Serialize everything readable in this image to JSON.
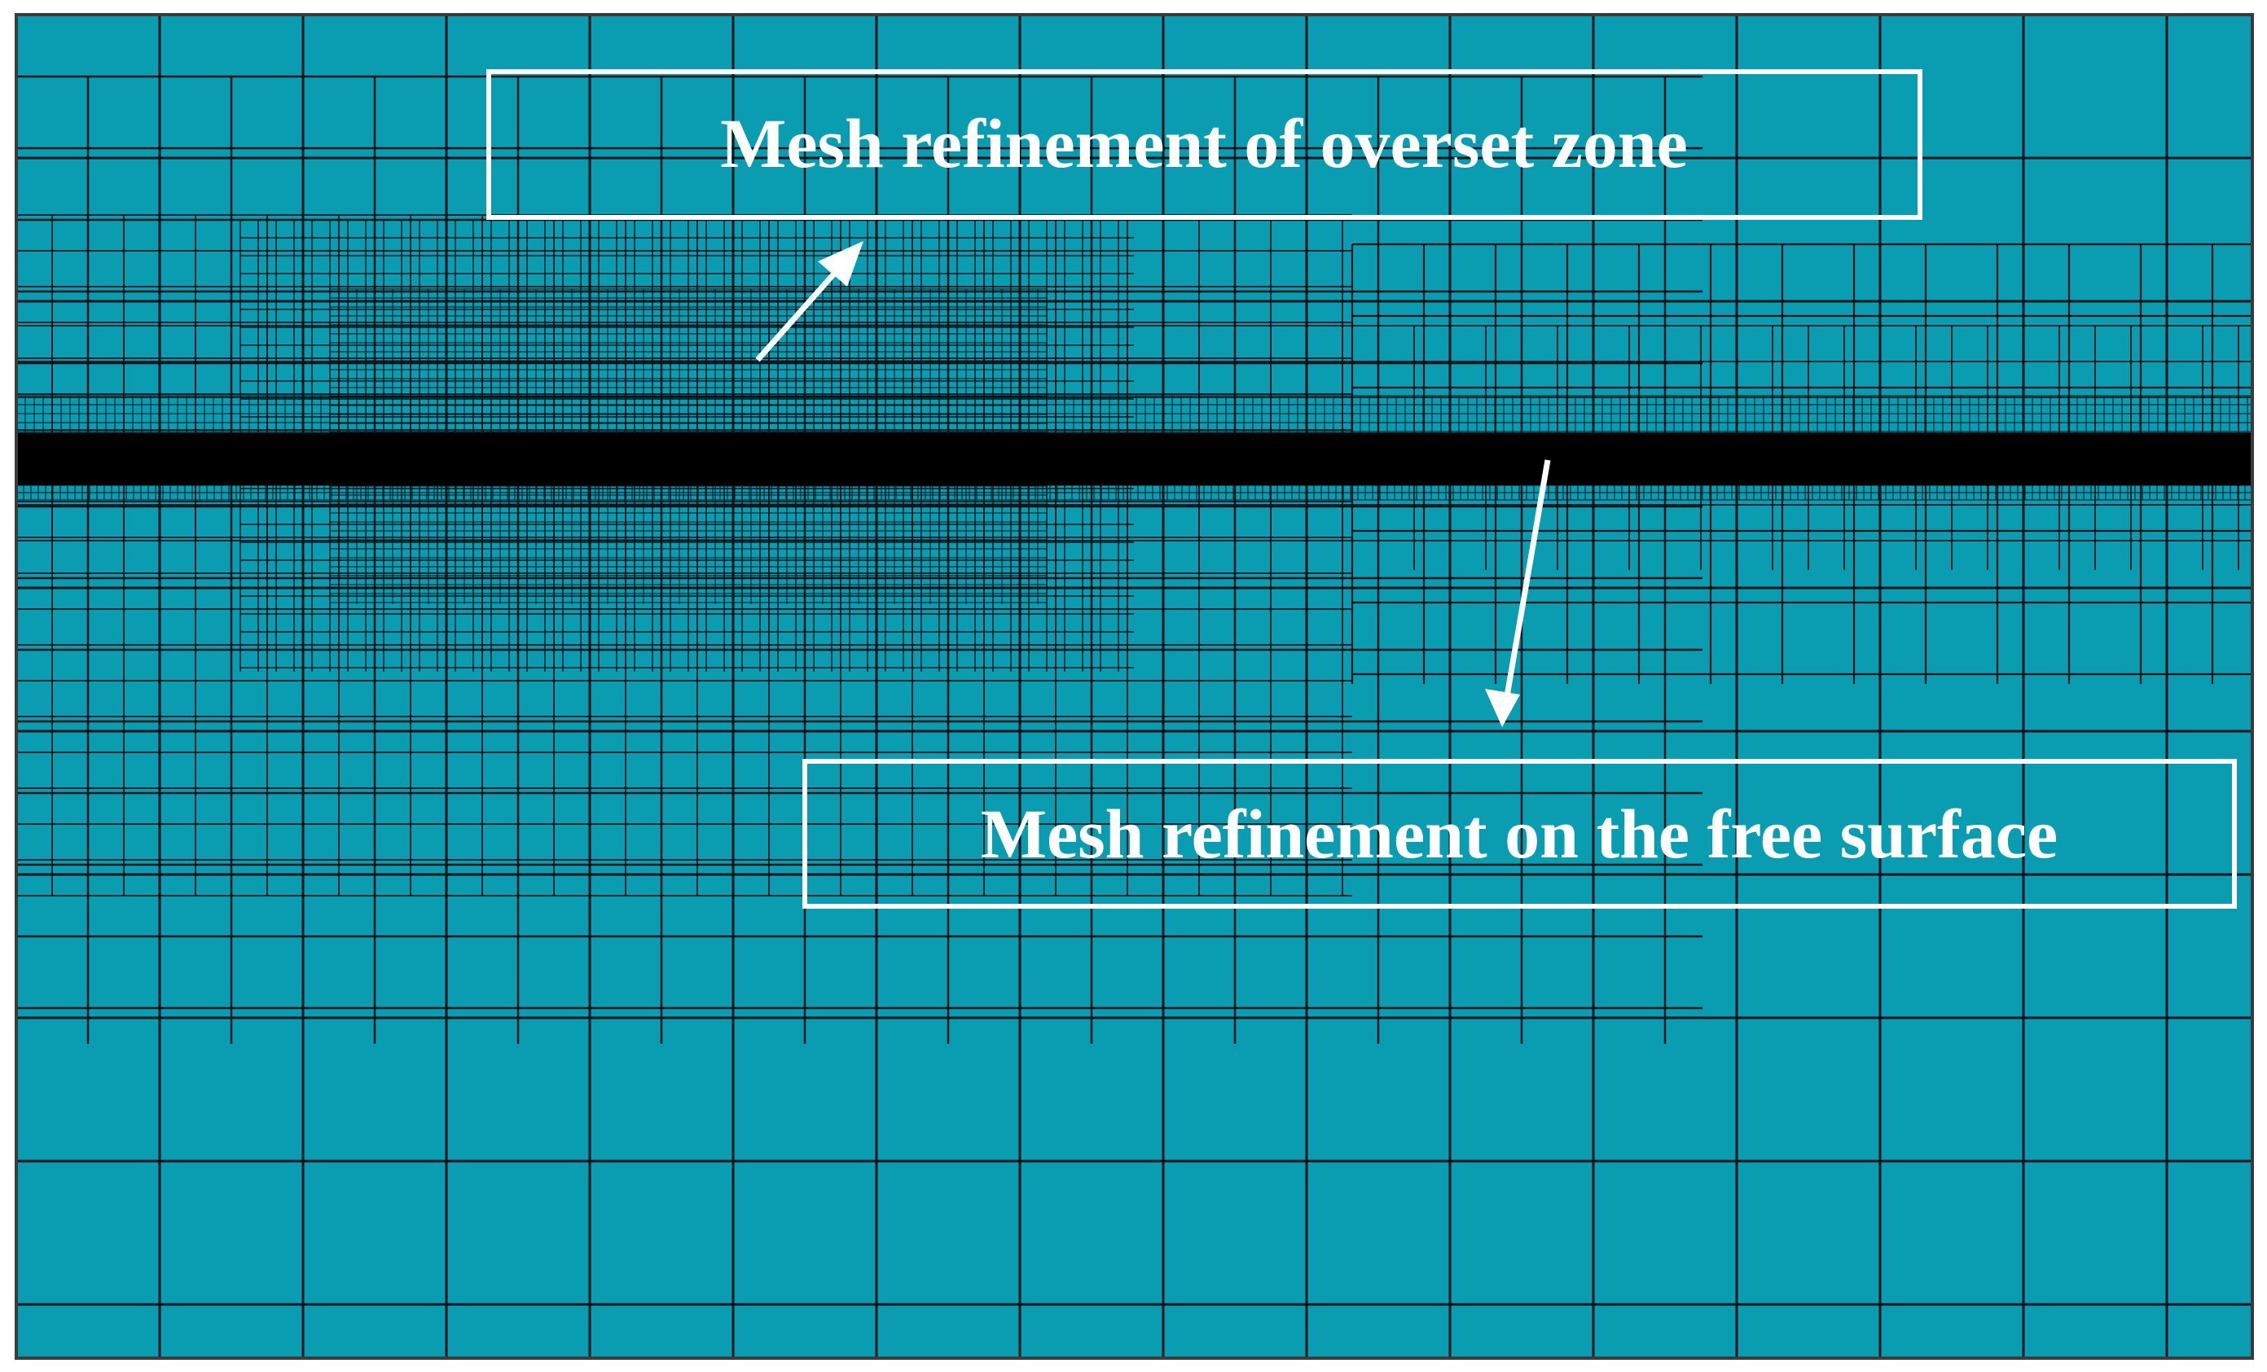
{
  "figure": {
    "colors": {
      "background": "#0a9db2",
      "grid_line": "#0b1418",
      "free_surface_band": "#000000",
      "annotation": "#ffffff",
      "outer_border": "#3b3b3b"
    },
    "annotations": [
      {
        "id": "overset",
        "label": "Mesh refinement of overset zone"
      },
      {
        "id": "free-surface",
        "label": "Mesh refinement on the free surface"
      }
    ]
  }
}
